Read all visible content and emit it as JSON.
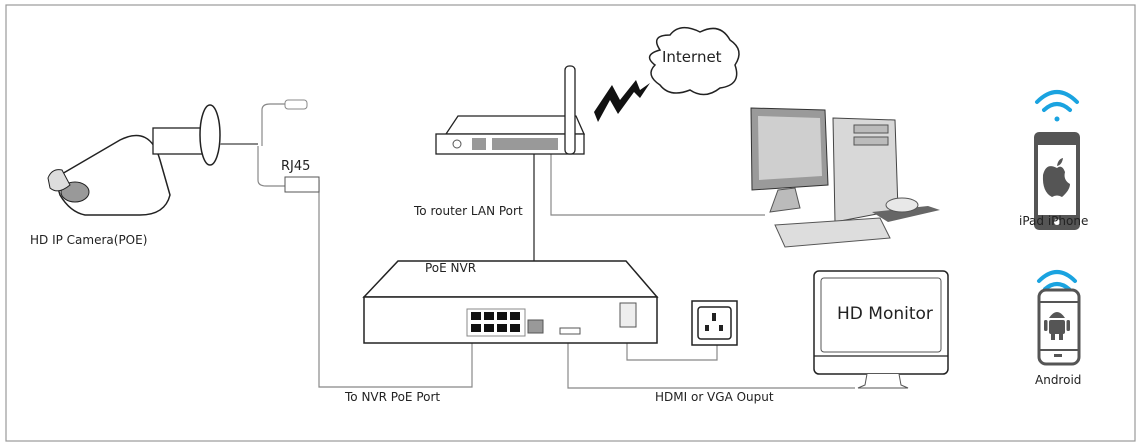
{
  "labels": {
    "camera": "HD IP Camera(POE)",
    "rj45": "RJ45",
    "router_lan": "To router LAN Port",
    "nvr": "PoE NVR",
    "nvr_poe_port": "To NVR PoE Port",
    "hdmi": "HDMI or VGA Ouput",
    "monitor": "HD Monitor",
    "internet": "Internet",
    "ios": "iPad  iPhone",
    "android": "Android"
  },
  "icons": {
    "wifi": "wifi-icon",
    "apple": "apple-logo-icon",
    "android": "android-logo-icon"
  },
  "colors": {
    "wifi": "#1aa3e0",
    "line": "#888888",
    "outline": "#222222"
  }
}
